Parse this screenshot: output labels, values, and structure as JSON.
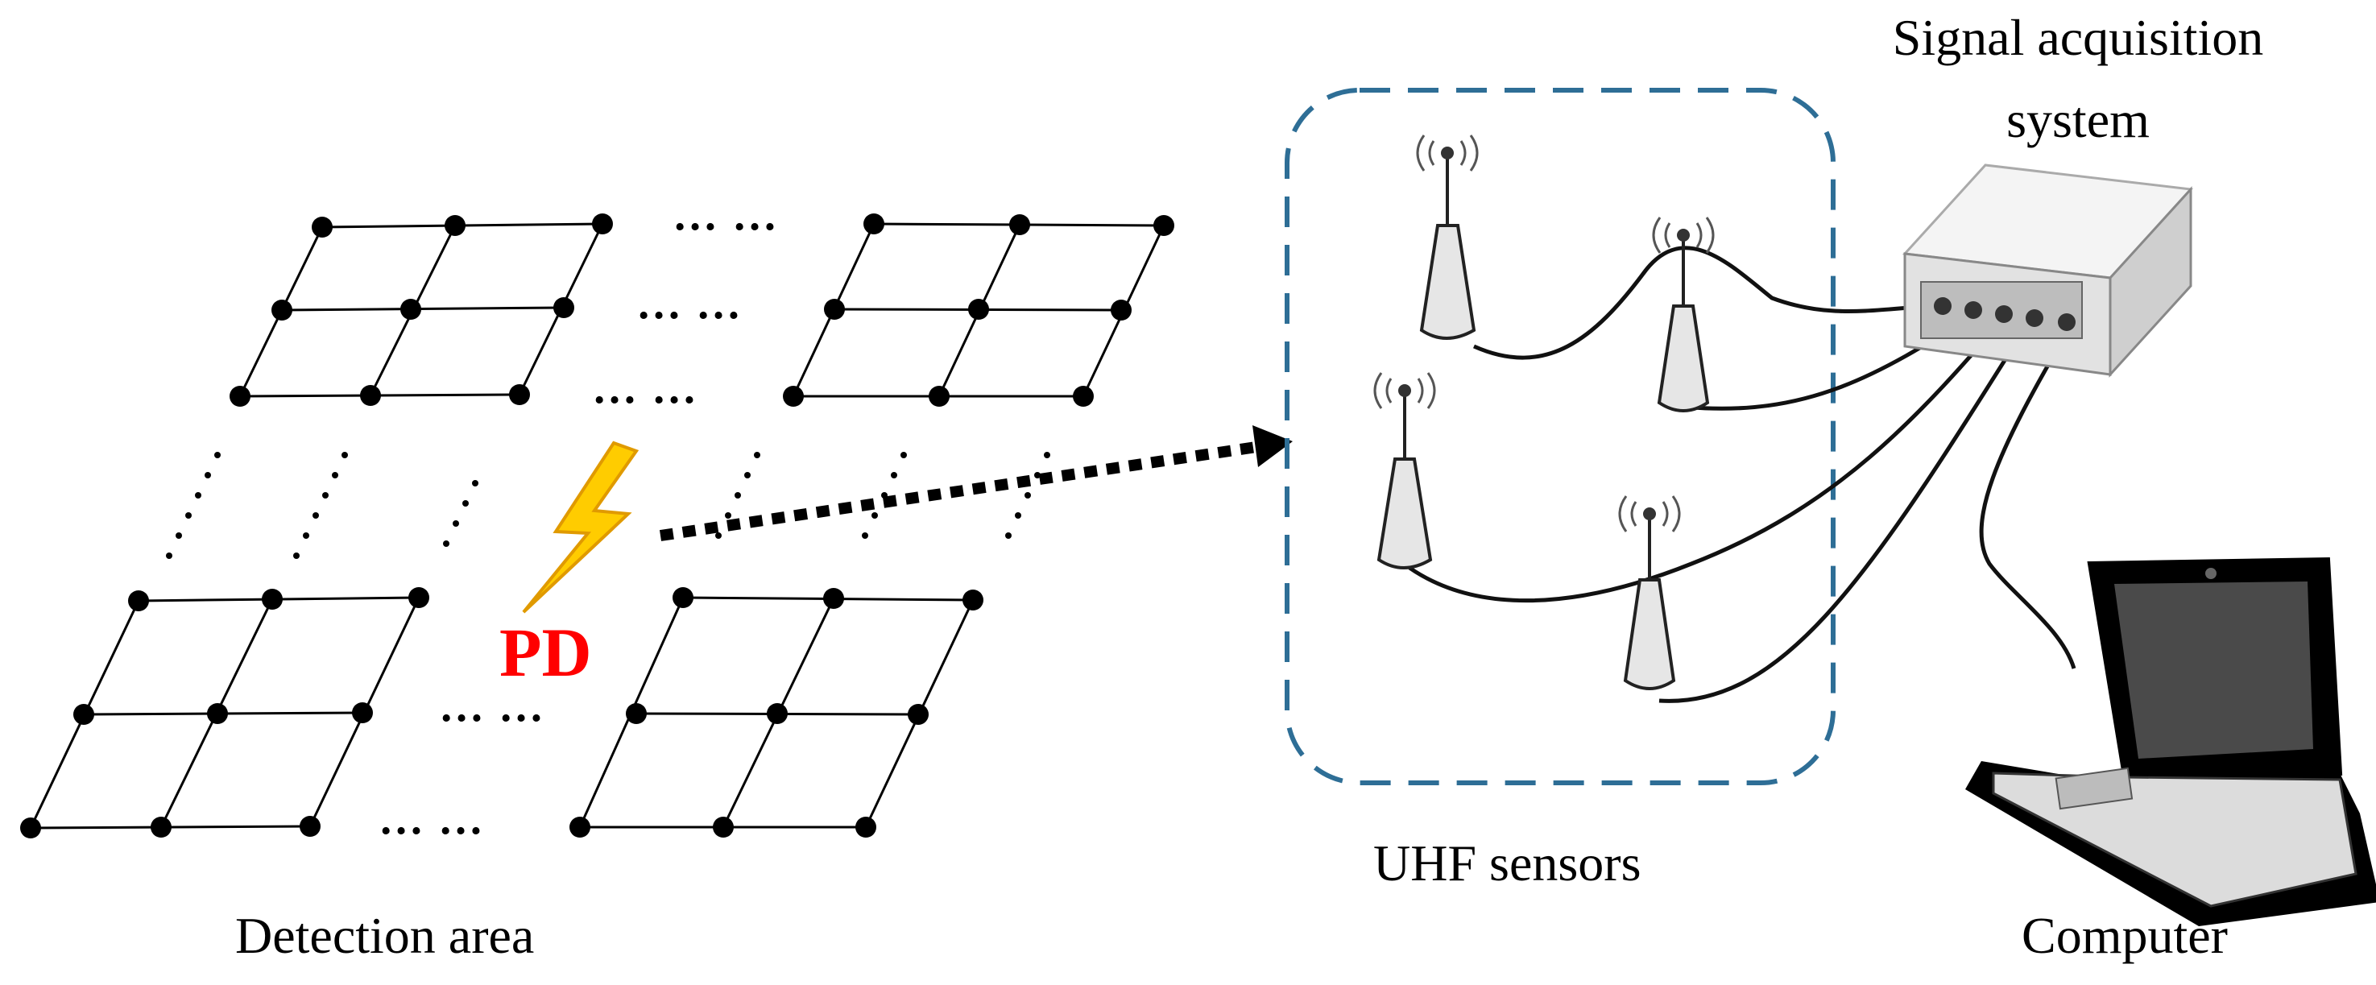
{
  "labels": {
    "detection_area": "Detection area",
    "pd": "PD",
    "uhf_sensors": "UHF sensors",
    "signal_acquisition_line1": "Signal acquisition",
    "signal_acquisition_line2": "system",
    "computer": "Computer"
  },
  "ellipsis": "… …",
  "colors": {
    "grid": "#000000",
    "pd_text": "#ff0000",
    "lightning": "#ffcc00",
    "sensor_box": "#2e6e96",
    "arrow": "#000000"
  },
  "icons": [
    "lightning-icon",
    "antenna-sensor-icon",
    "acquisition-box-icon",
    "laptop-icon"
  ]
}
